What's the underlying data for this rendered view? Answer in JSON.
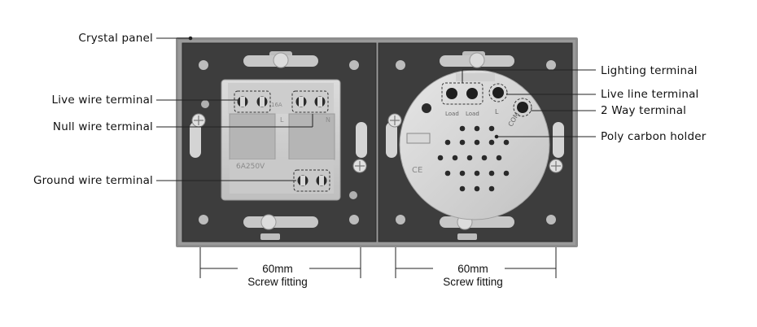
{
  "labels": {
    "crystal_panel": "Crystal panel",
    "live_wire_terminal": "Live wire terminal",
    "null_wire_terminal": "Null wire terminal",
    "ground_wire_terminal": "Ground wire terminal",
    "lighting_terminal": "Lighting terminal",
    "live_line_terminal": "Live line terminal",
    "two_way_terminal": "2 Way terminal",
    "poly_carbon_holder": "Poly carbon holder"
  },
  "socket": {
    "rating": "6A250V",
    "mark_l": "L",
    "mark_n": "N",
    "mark_16": "16A"
  },
  "switch": {
    "load1": "Load",
    "load2": "Load",
    "l_in": "L",
    "com": "COM",
    "ce": "CE"
  },
  "dimensions": [
    {
      "value": "60mm",
      "caption": "Screw fitting"
    },
    {
      "value": "60mm",
      "caption": "Screw fitting"
    }
  ],
  "colors": {
    "frame": "#8a8a8a",
    "panel": "#3e3e3e",
    "module": "#cfcfcf",
    "terminal": "#2a2a2a"
  }
}
